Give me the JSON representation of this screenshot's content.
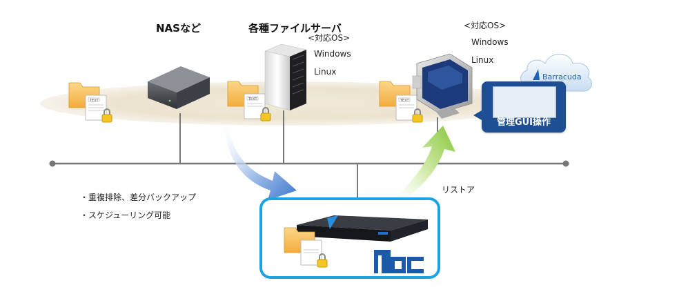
{
  "labels": {
    "nas": "NASなど",
    "file_servers": "各種ファイルサーバ",
    "supported_os_center": "<対応OS>",
    "windows_center": "Windows",
    "linux_center": "Linux",
    "supported_os_right": "<対応OS>",
    "windows_right": "Windows",
    "linux_right": "Linux",
    "restore": "リストア",
    "gui_operation": "管理GUI操作"
  },
  "features": [
    "・重複排除、差分バックアップ",
    "・スケジューリング可能"
  ],
  "icons": {
    "doc_tag": "TEXT",
    "cloud_brand": "Barracuda",
    "mdc_logo": "MDC",
    "mdc_subtitle": "MIE DATA CENTER"
  },
  "colors": {
    "accent_blue": "#1ea2e6",
    "gui_panel": "#1e4f93",
    "network_line": "#777777",
    "arrow_blue": "#4d86d6",
    "arrow_green": "#8ccc3a"
  }
}
